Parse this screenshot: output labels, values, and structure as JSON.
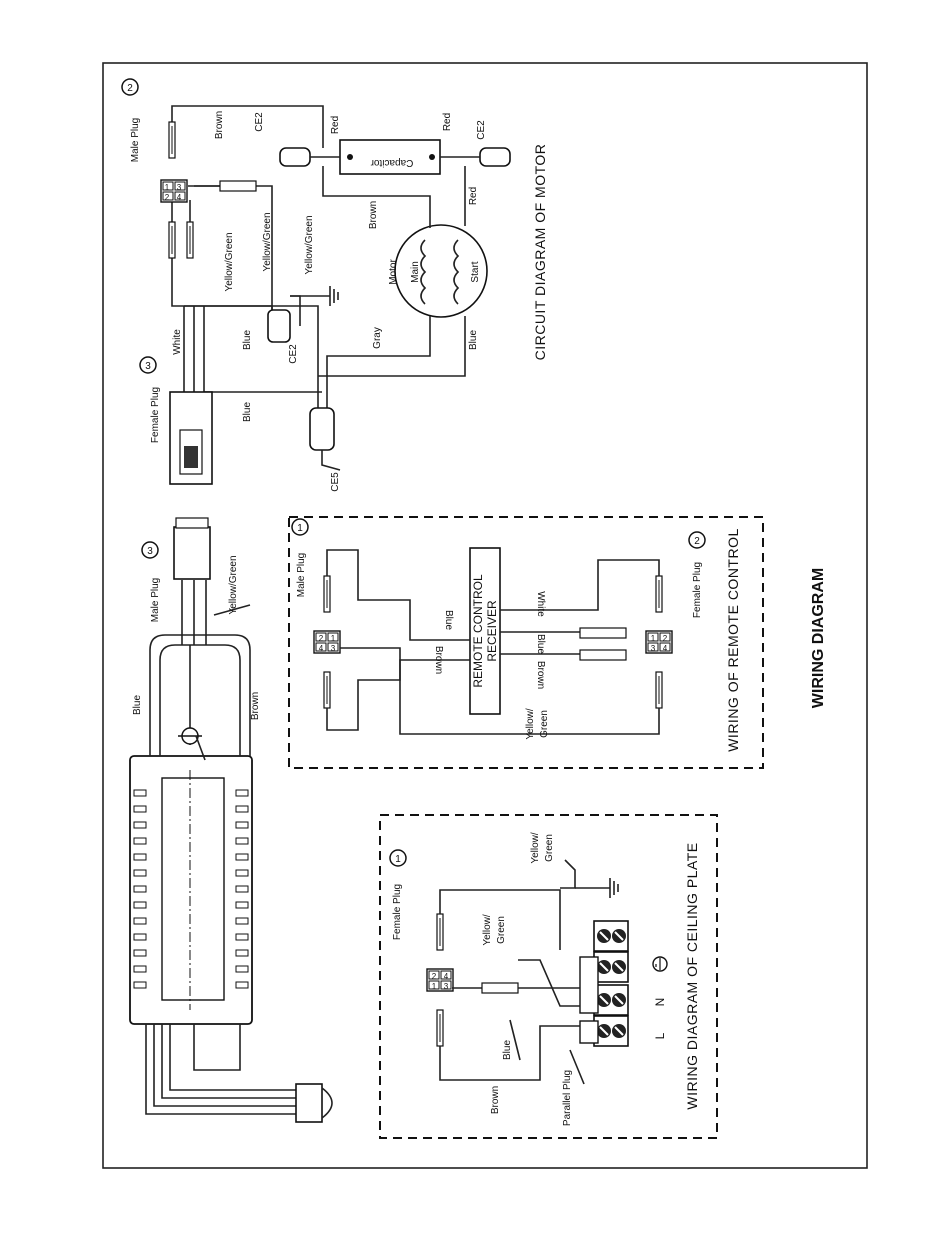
{
  "page_title": "WIRING DIAGRAM",
  "motor_section": {
    "title": "CIRCUIT DIAGRAM OF MOTOR",
    "male_plug": "Male Plug",
    "female_plug": "Female Plug",
    "capacitor": "Capacitor",
    "motor": "Motor",
    "main": "Main",
    "start": "Start",
    "ce2": "CE2",
    "ce5": "CE5",
    "badge_2": "2",
    "badge_3": "3",
    "wires": {
      "brown": "Brown",
      "red": "Red",
      "yellow_green": "Yellow/Green",
      "white": "White",
      "blue": "Blue",
      "gray": "Gray"
    }
  },
  "fan_section": {
    "male_plug": "Male Plug",
    "badge_3": "3",
    "yellow_green": "Yellow/Green",
    "blue": "Blue",
    "brown": "Brown"
  },
  "remote_section": {
    "title": "WIRING OF REMOTE CONTROL",
    "receiver_line1": "REMOTE CONTROL",
    "receiver_line2": "RECEIVER",
    "male_plug": "Male Plug",
    "female_plug": "Female Plug",
    "badge_1": "1",
    "badge_2": "2",
    "white": "White",
    "blue": "Blue",
    "brown": "Brown",
    "yellow": "Yellow/",
    "green": "Green"
  },
  "ceiling_section": {
    "title": "WIRING DIAGRAM OF CEILING PLATE",
    "female_plug": "Female Plug",
    "badge_1": "1",
    "yellow": "Yellow/",
    "green": "Green",
    "blue": "Blue",
    "brown": "Brown",
    "parallel_plug": "Parallel Plug",
    "terminal_l": "L",
    "terminal_n": "N"
  },
  "pins": [
    "1",
    "2",
    "3",
    "4"
  ]
}
